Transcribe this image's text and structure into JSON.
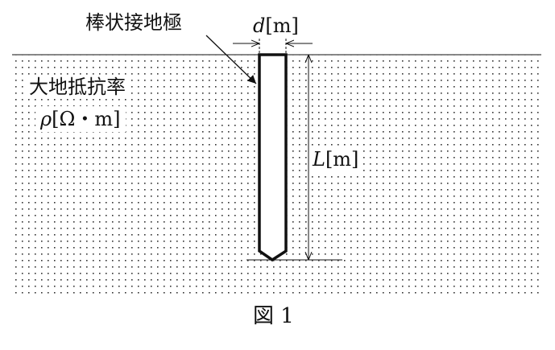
{
  "electrode_label": "棒状接地極",
  "diameter": {
    "symbol": "d",
    "unit": "[m]"
  },
  "length": {
    "symbol": "L",
    "unit": "[m]"
  },
  "resistivity": {
    "name": "大地抵抗率",
    "symbol": "ρ",
    "unit": "[Ω・m]"
  },
  "caption": "図 1"
}
